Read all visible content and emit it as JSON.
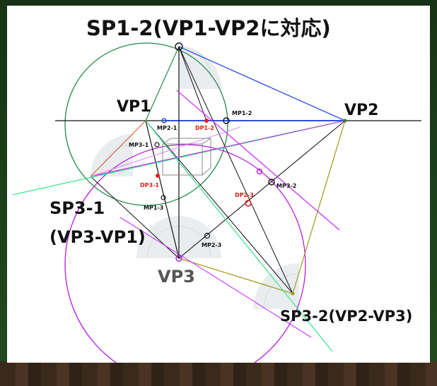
{
  "labels": {
    "title": "SP1-2(VP1-VP2に対応)",
    "vp1": "VP1",
    "vp2": "VP2",
    "vp3": "VP3",
    "sp3_1_a": "SP3-1",
    "sp3_1_b": "(VP3-VP1)",
    "sp3_2": "SP3-2(VP2-VP3)",
    "mp1_2": "MP1-2",
    "mp2_1": "MP2-1",
    "dp1_2": "DP1-2",
    "mp3_1": "MP3-1",
    "dp3_1": "DP3-1",
    "mp1_3": "MP1-3",
    "mp3_2": "MP3-2",
    "dp2_3": "DP2-3",
    "mp2_3": "MP2-3"
  },
  "colors": {
    "horizon": "#111111",
    "green_circle": "#1f8a4c",
    "purple_circle": "#b61de0",
    "blue_line": "#2d4fe0",
    "olive_line": "#9a9a18",
    "cyan_line": "#3fe68f",
    "magenta_line": "#cc33ff",
    "red_point": "#e0201a"
  }
}
